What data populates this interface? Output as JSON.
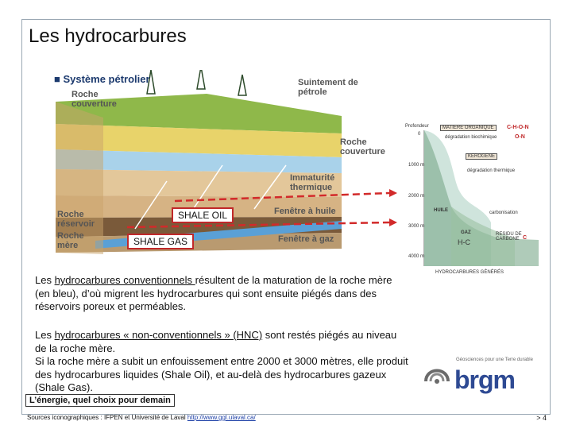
{
  "slide": {
    "title": "Les hydrocarbures",
    "page_number": "> 4"
  },
  "diagram": {
    "heading": "■ Système pétrolier",
    "labels": {
      "roche_couverture_1": "Roche couverture",
      "suintement": "Suintement de pétrole",
      "roche_couverture_2": "Roche couverture",
      "immaturite": "Immaturité thermique",
      "fenetre_huile": "Fenêtre à huile",
      "fenetre_gaz": "Fenêtre à gaz",
      "roche_reservoir": "Roche réservoir",
      "roche_mere": "Roche mère"
    },
    "shale_oil": "SHALE OIL",
    "shale_gas": "SHALE GAS"
  },
  "maturation_chart": {
    "profondeur": "Profondeur",
    "depths": [
      "0",
      "1000 m",
      "2000 m",
      "3000 m",
      "4000 m"
    ],
    "matiere_organique": "MATIERE ORGANIQUE",
    "chon": "C-H-O-N",
    "degradation_bio": "dégradation biochimique",
    "on": "O-N",
    "kerogene": "KEROGENE",
    "degradation_thermique": "dégradation thermique",
    "huile": "HUILE",
    "carbonisation": "carbonisation",
    "gaz": "GAZ",
    "hc": "H-C",
    "residu": "RESIDU DE CARBONE",
    "c": "C",
    "x_axis": "HYDROCARBURES GÉNÉRÉS"
  },
  "text": {
    "p1_a": "Les ",
    "p1_u": "hydrocarbures conventionnels ",
    "p1_b": "résultent de la maturation de la roche mère (en bleu), d’où migrent les hydrocarbures qui sont ensuite piégés dans des réservoirs poreux et perméables.",
    "p2_a": "Les ",
    "p2_u": "hydrocarbures « non-conventionnels » (HNC)",
    "p2_b": " sont restés piégés au niveau de la roche mère.",
    "p2_c": "Si la roche mère a subit un enfouissement entre 2000 et 3000 mètres, elle produit des hydrocarbures liquides (Shale Oil), et au-delà des hydrocarbures gazeux (Shale Gas)."
  },
  "callout": "L’énergie, quel choix pour demain",
  "sources": {
    "text": "Sources iconographiques : IFPEN et Université de Laval ",
    "link": "http://www.ggl.ulaval.ca/"
  },
  "logo": {
    "tagline": "Géosciences pour une Terre durable",
    "word": "brgm"
  }
}
